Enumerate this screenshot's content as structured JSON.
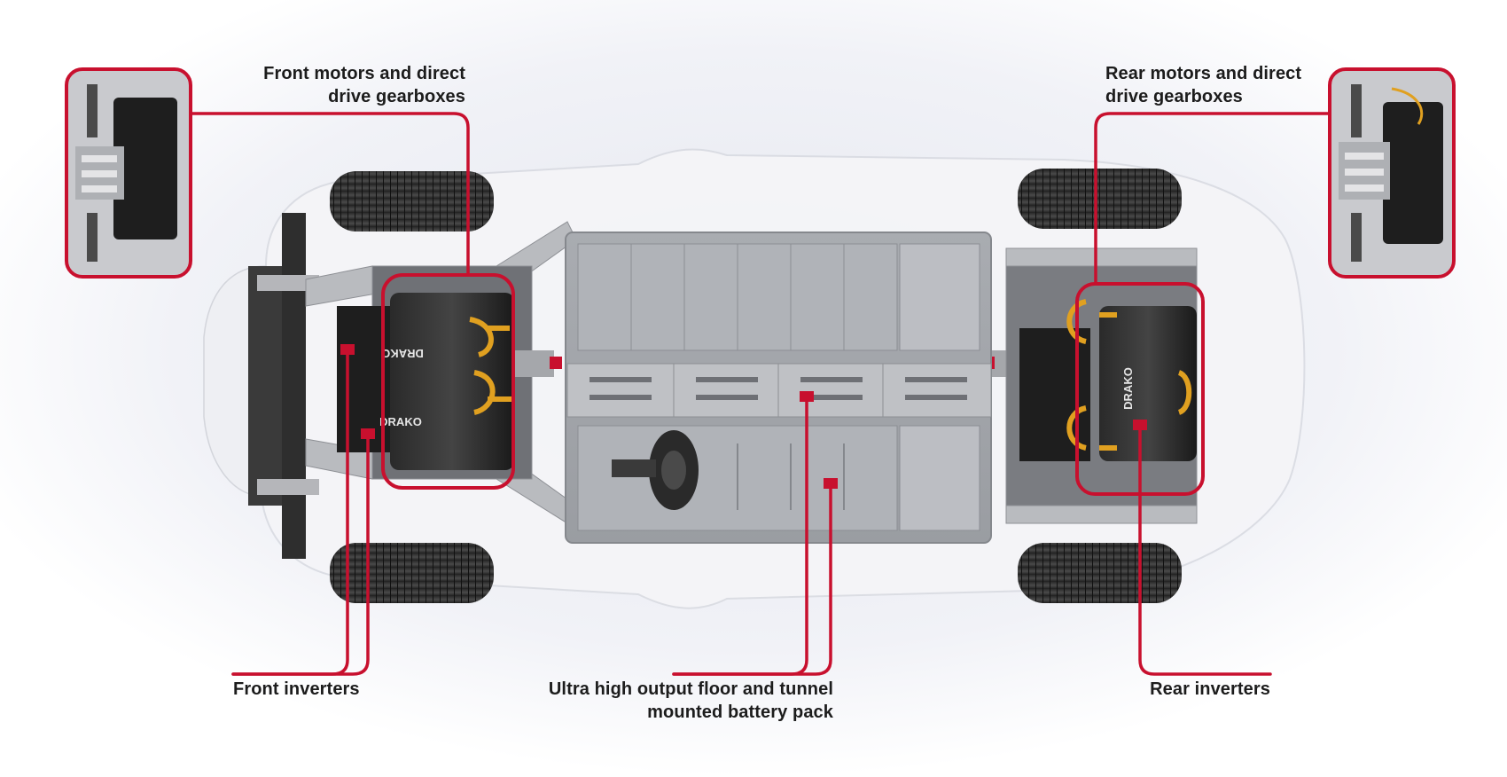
{
  "brand": {
    "badge_text": "DRAKO",
    "accent_color": "#c8102e"
  },
  "labels": {
    "front_motors": {
      "line1": "Front motors and direct",
      "line2": "drive gearboxes"
    },
    "rear_motors": {
      "line1": "Rear motors and direct",
      "line2": "drive gearboxes"
    },
    "front_inverters": "Front inverters",
    "battery": {
      "line1": "Ultra high output floor and tunnel",
      "line2": "mounted battery pack"
    },
    "rear_inverters": "Rear inverters"
  },
  "icons": [
    "front-motor-closeup-icon",
    "rear-motor-closeup-icon",
    "chassis-icon"
  ]
}
